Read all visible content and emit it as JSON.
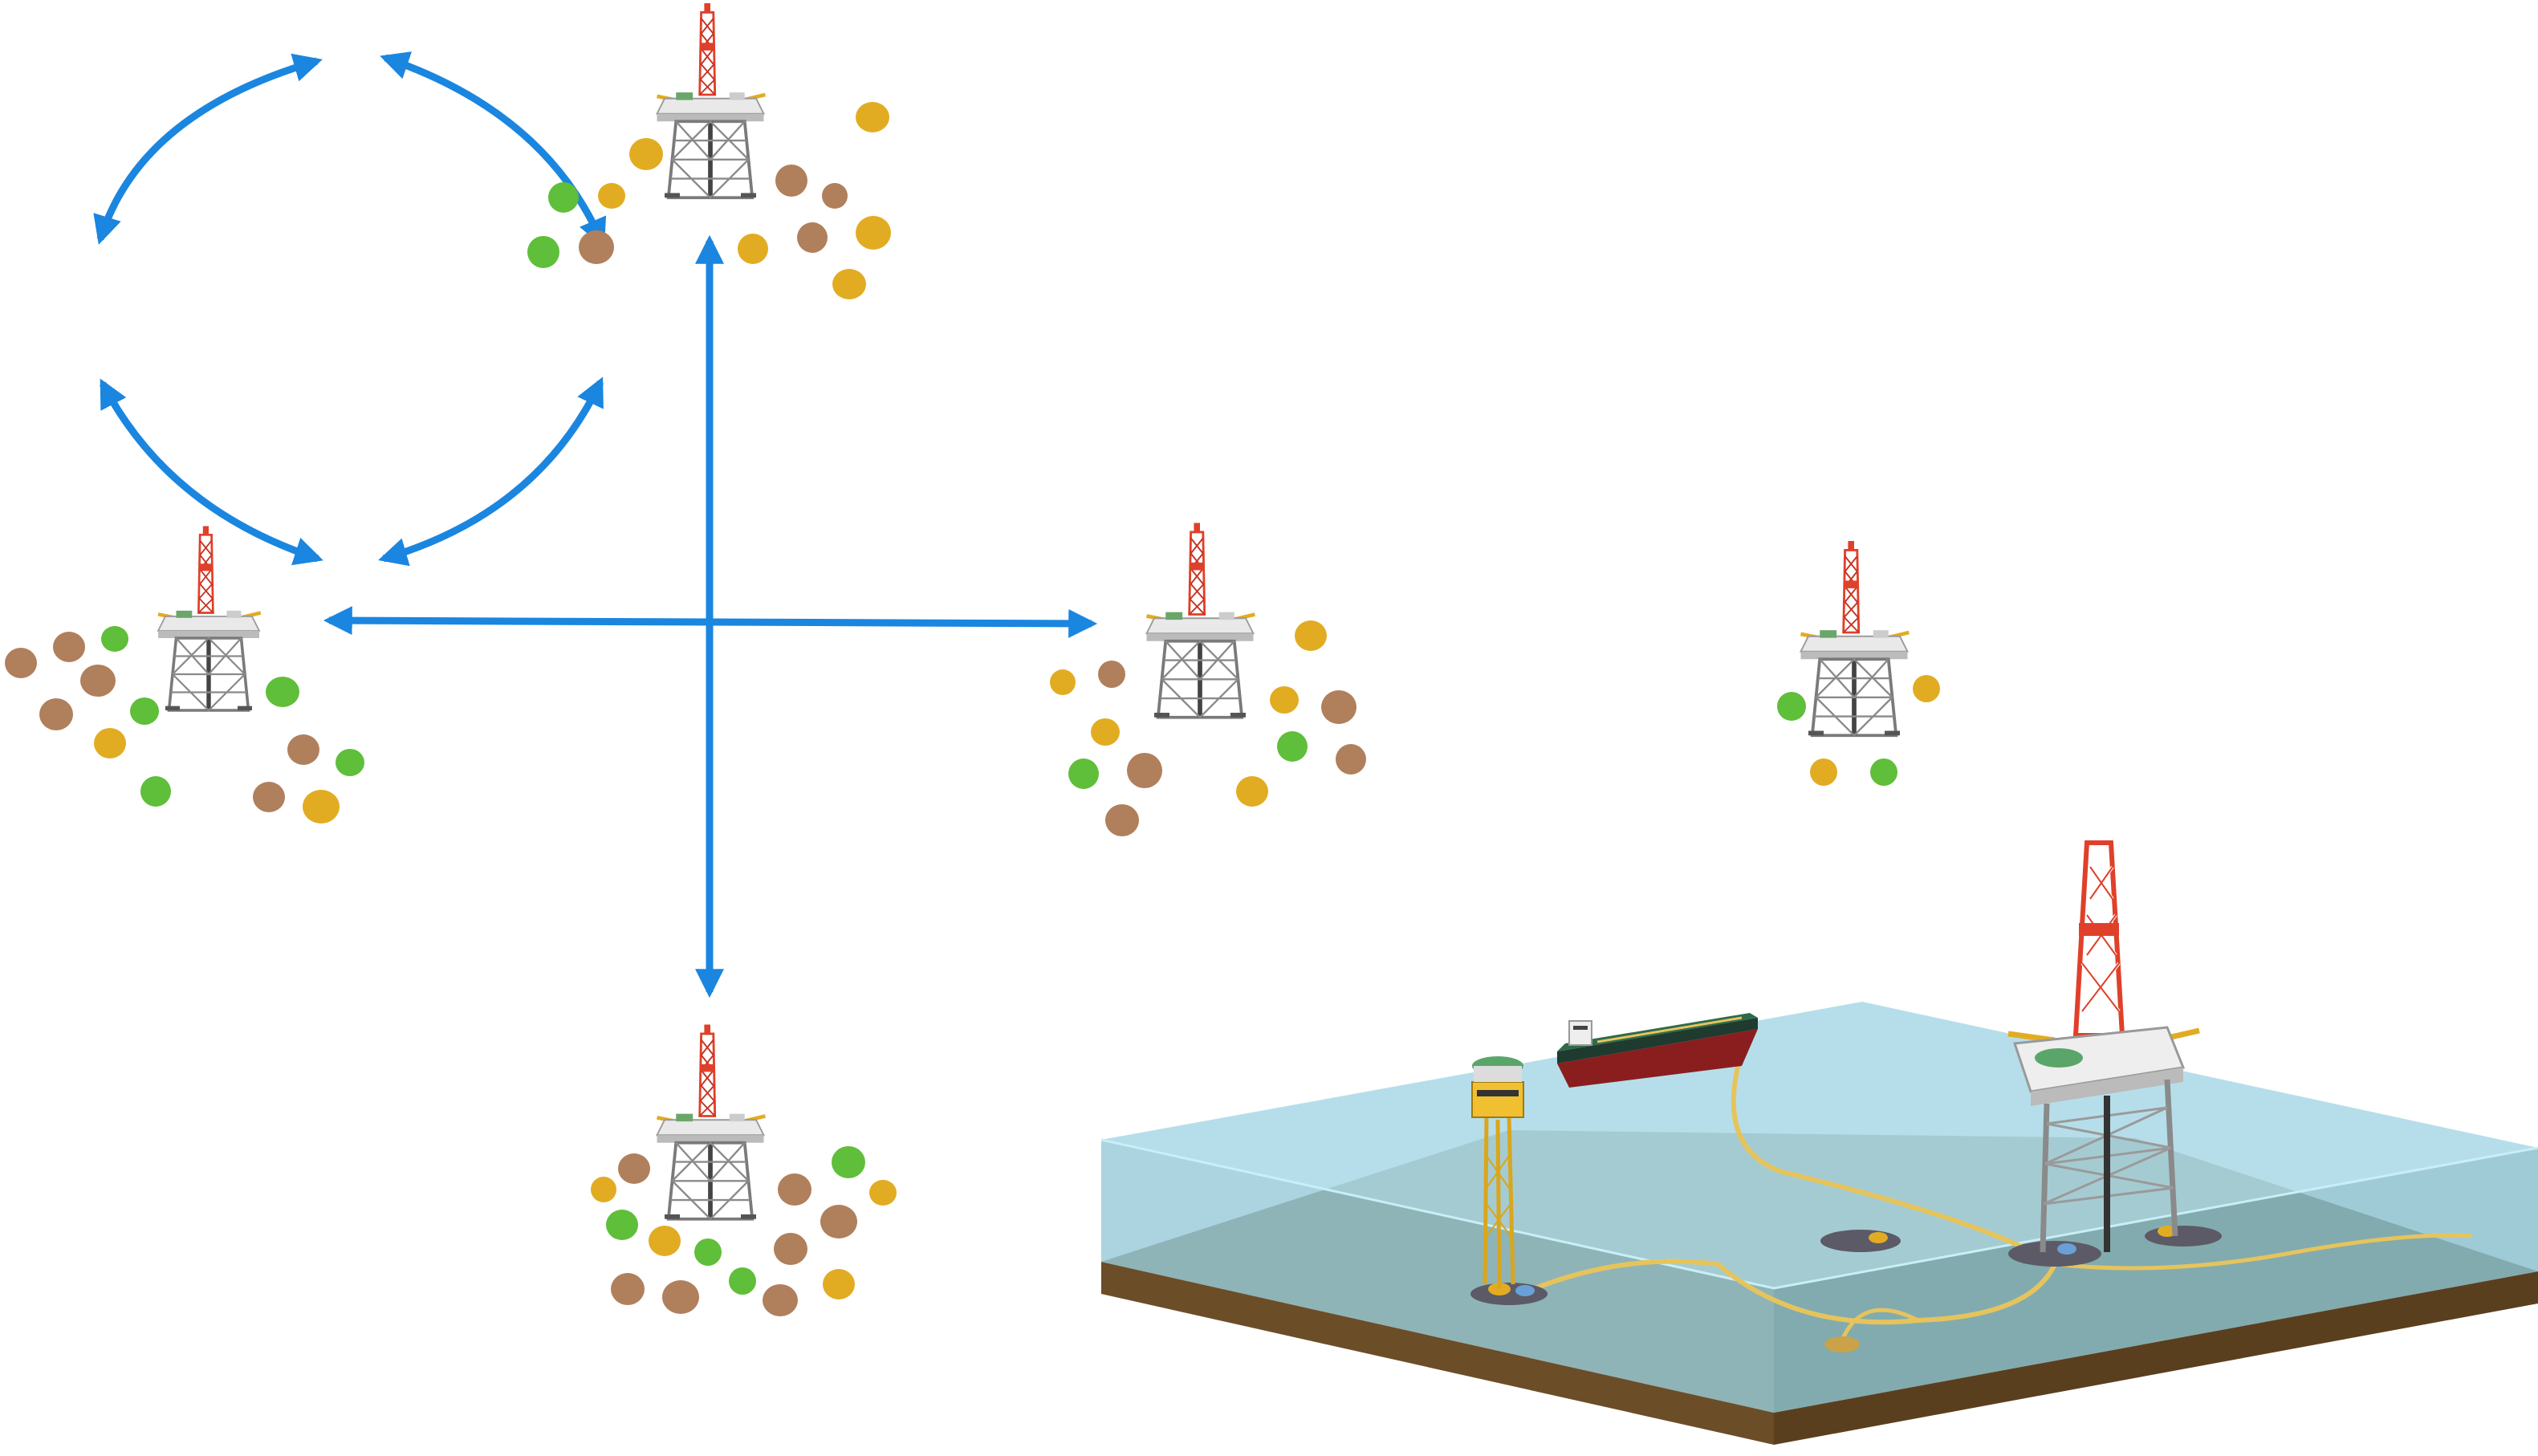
{
  "diagram": {
    "platforms": [
      {
        "id": "north"
      },
      {
        "id": "west"
      },
      {
        "id": "east"
      },
      {
        "id": "south"
      },
      {
        "id": "standalone"
      }
    ],
    "connections": [
      {
        "from": "north",
        "to": "west",
        "style": "curved",
        "bidirectional": true
      },
      {
        "from": "north",
        "to": "east",
        "style": "curved",
        "bidirectional": true
      },
      {
        "from": "west",
        "to": "south",
        "style": "curved",
        "bidirectional": true
      },
      {
        "from": "east",
        "to": "south",
        "style": "curved",
        "bidirectional": true
      },
      {
        "from": "north",
        "to": "south",
        "style": "straight",
        "bidirectional": true
      },
      {
        "from": "west",
        "to": "east",
        "style": "straight",
        "bidirectional": true
      }
    ],
    "seabed_scene": {
      "elements": [
        "offshore-platform",
        "tanker-ship",
        "buoy-tower",
        "pipelines",
        "seabed-equipment"
      ]
    }
  },
  "colors": {
    "arrow": "#1a86e0",
    "dot_green": "#5fbe3a",
    "dot_brown": "#b07f5c",
    "dot_yellow": "#e2ac22",
    "water": "#a9d8e6",
    "seabed": "#8a8060",
    "soil_side": "#6b4d28",
    "derrick_red": "#e0402a",
    "steel": "#7a7a7a",
    "deck": "#e9e9e9",
    "pipe": "#e6c45c"
  }
}
